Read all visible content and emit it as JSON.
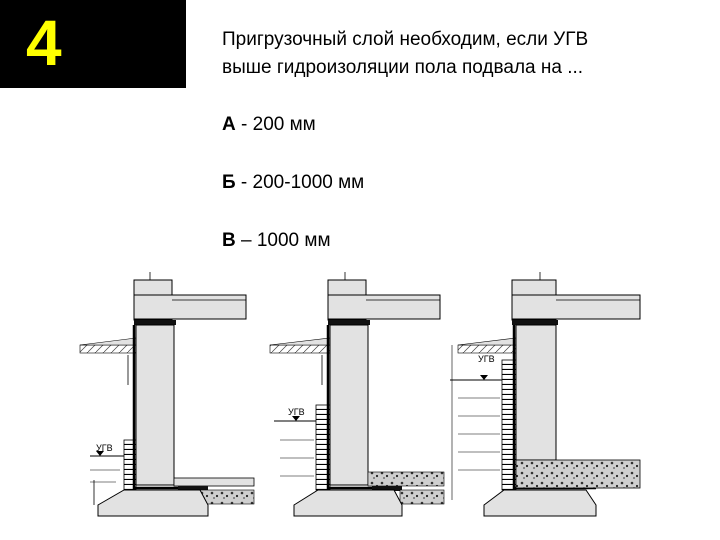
{
  "slide": {
    "number": "4",
    "number_color": "#ffff00",
    "question_line1": "Пригрузочный слой необходим, если УГВ",
    "question_line2": "выше гидроизоляции пола подвала на ...",
    "answers": [
      {
        "letter": "А",
        "sep": " - ",
        "text": "200 мм"
      },
      {
        "letter": "Б",
        "sep": " - ",
        "text": "200-1000 мм"
      },
      {
        "letter": "В",
        "sep": " – ",
        "text": "1000 мм"
      }
    ]
  },
  "figures": [
    {
      "ugv_label": "УГВ"
    },
    {
      "ugv_label": "УГВ"
    },
    {
      "ugv_label": "УГВ"
    }
  ]
}
